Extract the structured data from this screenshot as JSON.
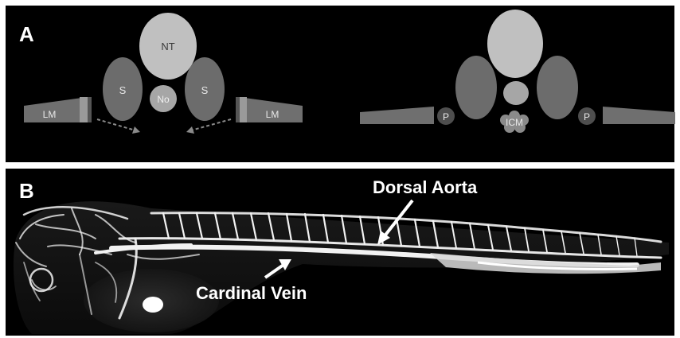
{
  "figure": {
    "panel_a": {
      "label": "A",
      "left_schematic": {
        "neural_tube": "NT",
        "somite_left": "S",
        "somite_right": "S",
        "notochord": "No",
        "lateral_mesoderm_left": "LM",
        "lateral_mesoderm_right": "LM"
      },
      "right_schematic": {
        "precursor_left": "P",
        "precursor_right": "P",
        "intermediate_cell_mass": "ICM"
      }
    },
    "panel_b": {
      "label": "B",
      "annotation_dorsal_aorta": "Dorsal Aorta",
      "annotation_cardinal_vein": "Cardinal Vein"
    },
    "colors": {
      "background": "#000000",
      "neural_tube": "#c0c0c0",
      "somite": "#6c6c6c",
      "notochord": "#a6a6a6",
      "lateral_mesoderm": "#6f6f6f",
      "lateral_mesoderm_stripe": "#9a9a9a",
      "precursor": "#4e4e4e",
      "label_text": "#ffffff",
      "vessel": "#f2f2f2"
    }
  }
}
